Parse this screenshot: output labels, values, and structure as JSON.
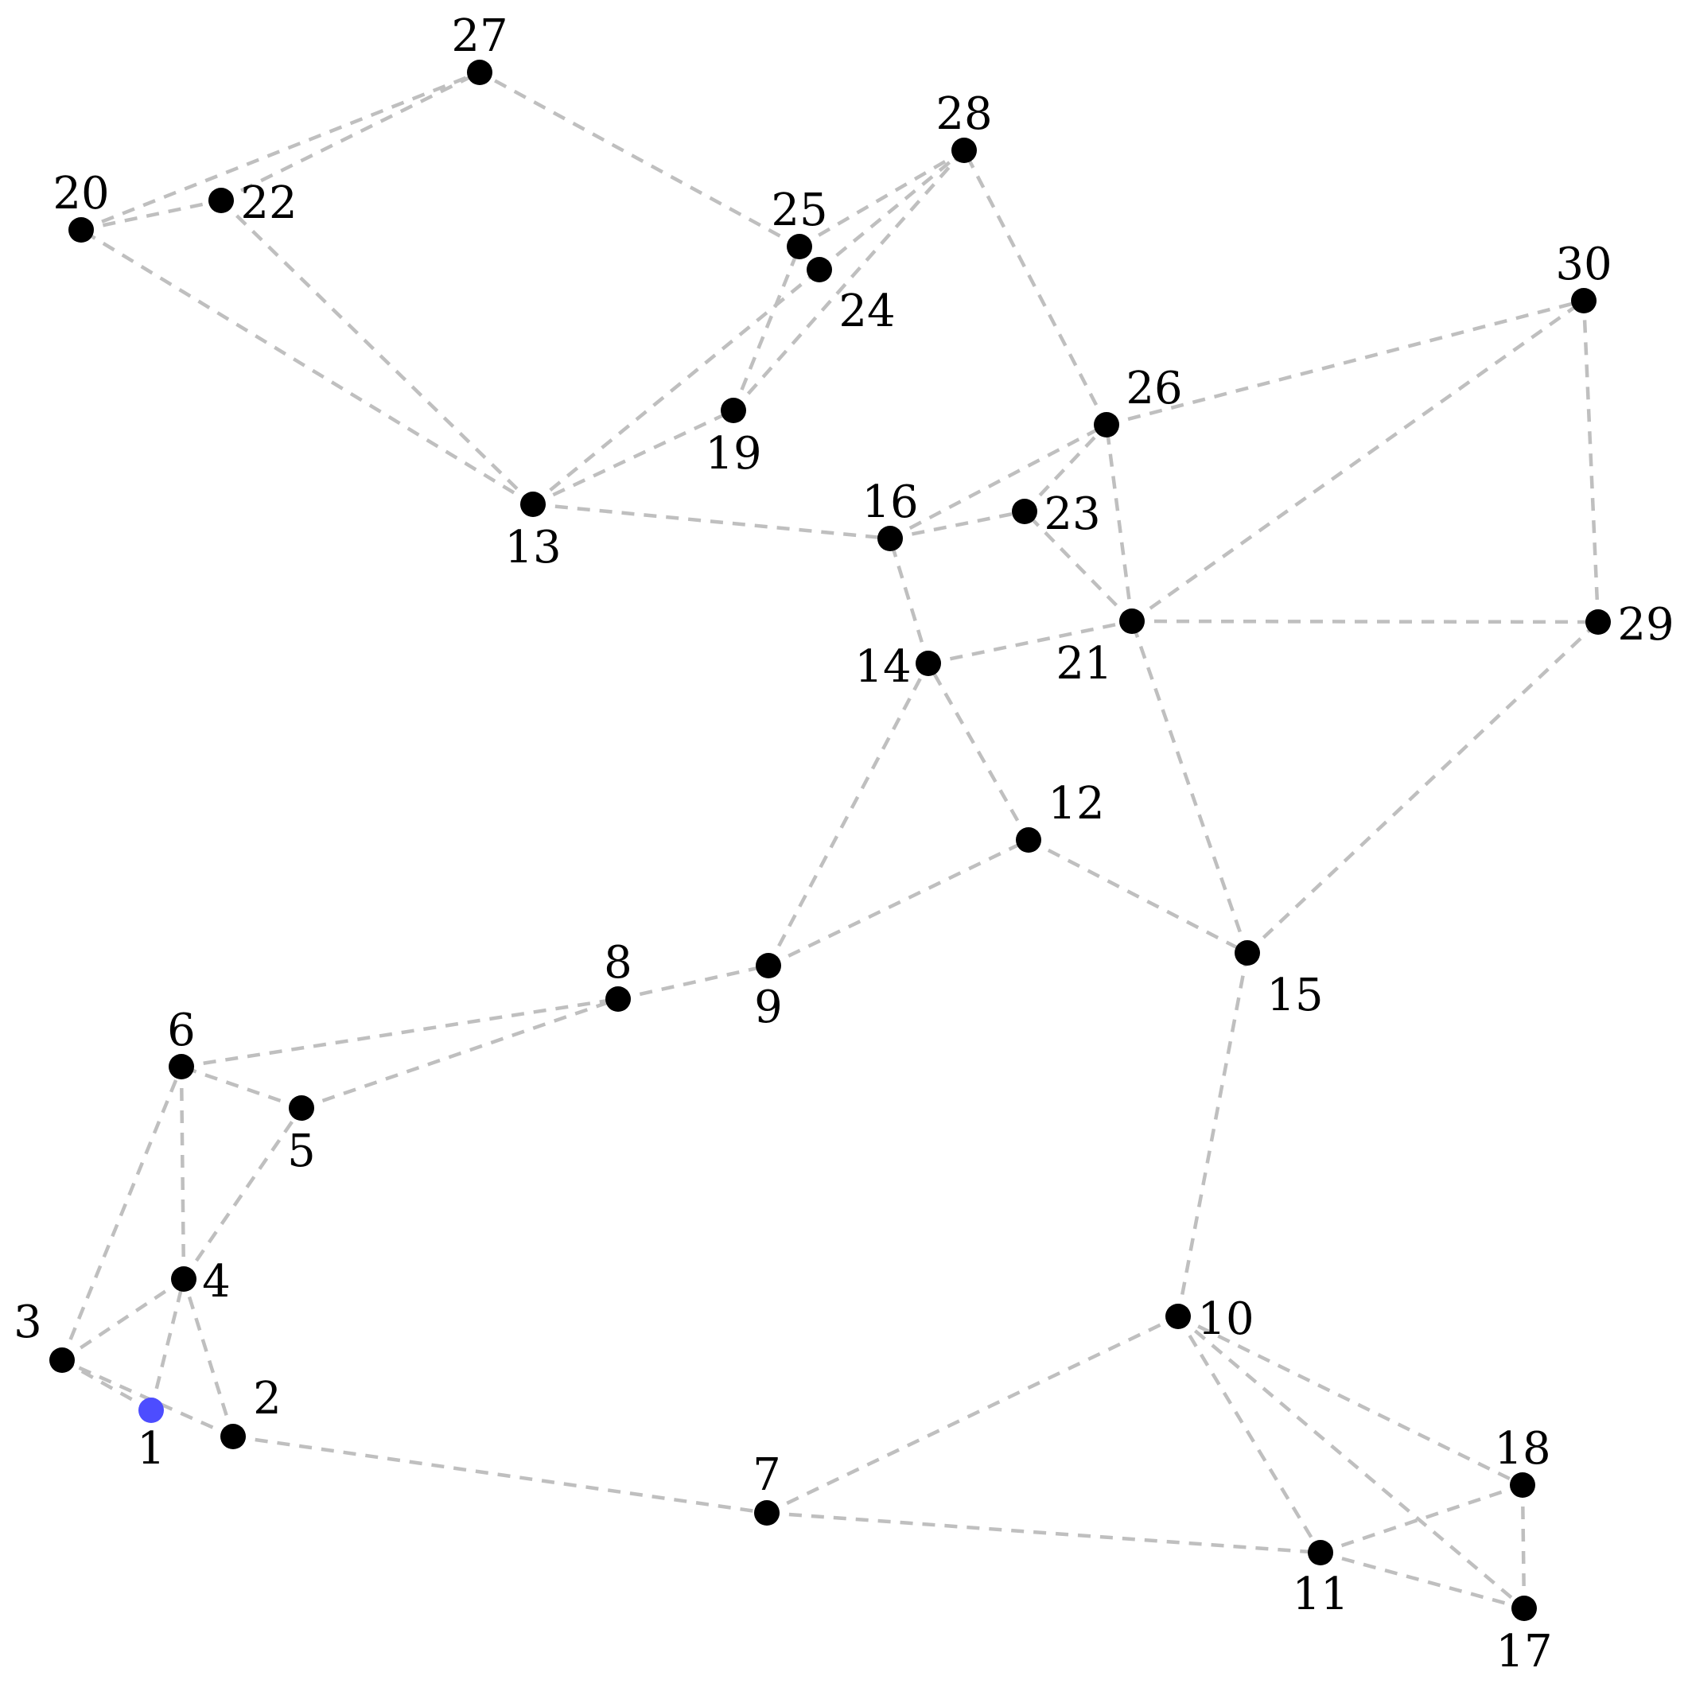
{
  "graph": {
    "colors": {
      "node": "#000000",
      "highlight": "#4d4dff",
      "edge": "#bfbfbf"
    },
    "highlighted_node": "1",
    "nodes": [
      {
        "id": "1",
        "label": "1"
      },
      {
        "id": "2",
        "label": "2"
      },
      {
        "id": "3",
        "label": "3"
      },
      {
        "id": "4",
        "label": "4"
      },
      {
        "id": "5",
        "label": "5"
      },
      {
        "id": "6",
        "label": "6"
      },
      {
        "id": "7",
        "label": "7"
      },
      {
        "id": "8",
        "label": "8"
      },
      {
        "id": "9",
        "label": "9"
      },
      {
        "id": "10",
        "label": "10"
      },
      {
        "id": "11",
        "label": "11"
      },
      {
        "id": "12",
        "label": "12"
      },
      {
        "id": "13",
        "label": "13"
      },
      {
        "id": "14",
        "label": "14"
      },
      {
        "id": "15",
        "label": "15"
      },
      {
        "id": "16",
        "label": "16"
      },
      {
        "id": "17",
        "label": "17"
      },
      {
        "id": "18",
        "label": "18"
      },
      {
        "id": "19",
        "label": "19"
      },
      {
        "id": "20",
        "label": "20"
      },
      {
        "id": "21",
        "label": "21"
      },
      {
        "id": "22",
        "label": "22"
      },
      {
        "id": "23",
        "label": "23"
      },
      {
        "id": "24",
        "label": "24"
      },
      {
        "id": "25",
        "label": "25"
      },
      {
        "id": "26",
        "label": "26"
      },
      {
        "id": "27",
        "label": "27"
      },
      {
        "id": "28",
        "label": "28"
      },
      {
        "id": "29",
        "label": "29"
      },
      {
        "id": "30",
        "label": "30"
      }
    ],
    "edges": [
      [
        "1",
        "3"
      ],
      [
        "1",
        "4"
      ],
      [
        "2",
        "3"
      ],
      [
        "2",
        "4"
      ],
      [
        "2",
        "7"
      ],
      [
        "3",
        "4"
      ],
      [
        "3",
        "6"
      ],
      [
        "4",
        "5"
      ],
      [
        "4",
        "6"
      ],
      [
        "5",
        "6"
      ],
      [
        "5",
        "8"
      ],
      [
        "6",
        "8"
      ],
      [
        "7",
        "10"
      ],
      [
        "7",
        "11"
      ],
      [
        "8",
        "9"
      ],
      [
        "9",
        "12"
      ],
      [
        "9",
        "14"
      ],
      [
        "10",
        "11"
      ],
      [
        "10",
        "15"
      ],
      [
        "10",
        "17"
      ],
      [
        "10",
        "18"
      ],
      [
        "11",
        "17"
      ],
      [
        "11",
        "18"
      ],
      [
        "12",
        "14"
      ],
      [
        "12",
        "15"
      ],
      [
        "13",
        "16"
      ],
      [
        "13",
        "19"
      ],
      [
        "13",
        "20"
      ],
      [
        "13",
        "22"
      ],
      [
        "13",
        "24"
      ],
      [
        "14",
        "16"
      ],
      [
        "14",
        "21"
      ],
      [
        "15",
        "21"
      ],
      [
        "15",
        "29"
      ],
      [
        "16",
        "23"
      ],
      [
        "16",
        "26"
      ],
      [
        "17",
        "18"
      ],
      [
        "19",
        "25"
      ],
      [
        "19",
        "28"
      ],
      [
        "20",
        "22"
      ],
      [
        "20",
        "27"
      ],
      [
        "21",
        "23"
      ],
      [
        "21",
        "26"
      ],
      [
        "21",
        "29"
      ],
      [
        "21",
        "30"
      ],
      [
        "22",
        "27"
      ],
      [
        "23",
        "26"
      ],
      [
        "24",
        "25"
      ],
      [
        "24",
        "28"
      ],
      [
        "25",
        "27"
      ],
      [
        "25",
        "28"
      ],
      [
        "26",
        "28"
      ],
      [
        "26",
        "30"
      ],
      [
        "29",
        "30"
      ]
    ]
  }
}
